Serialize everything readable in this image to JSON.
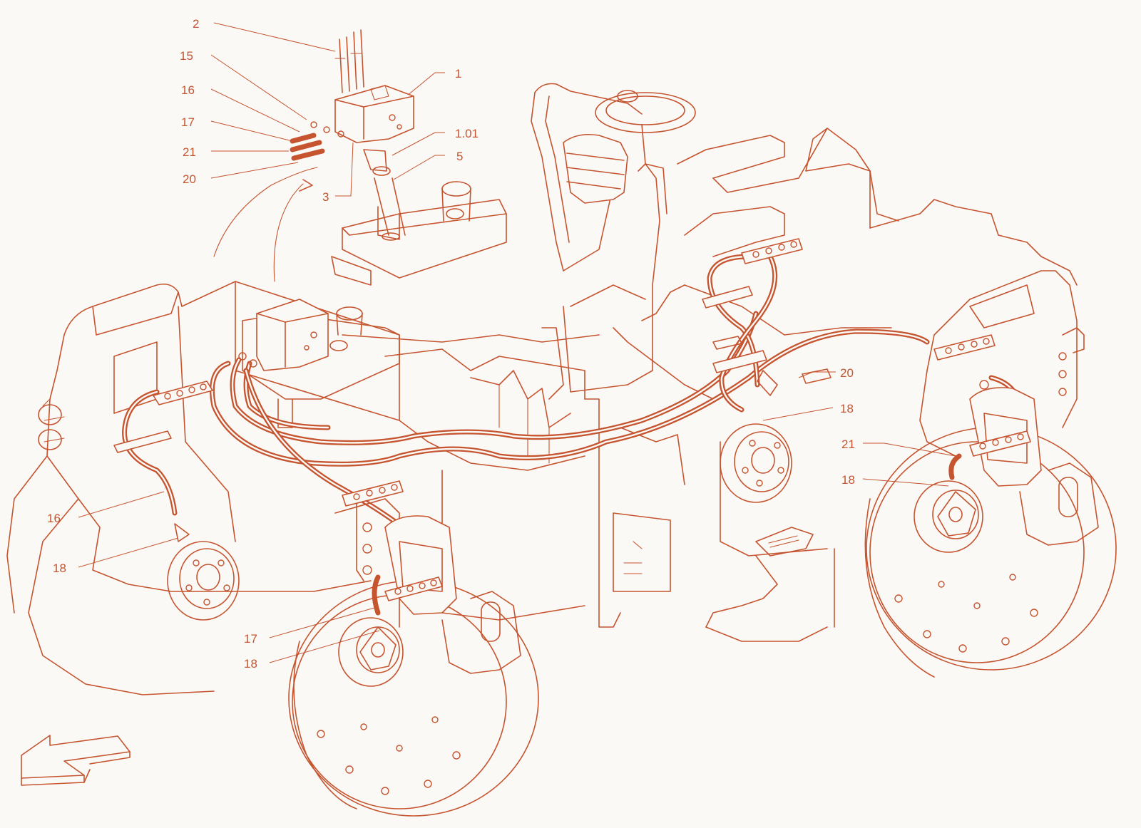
{
  "colors": {
    "line": "#c5542f",
    "background": "#fbf9f6"
  },
  "icons": {
    "direction_arrow": "forward-direction-arrow-icon"
  },
  "callouts": [
    {
      "id": "c-2",
      "label": "2"
    },
    {
      "id": "c-15",
      "label": "15"
    },
    {
      "id": "c-16-top",
      "label": "16"
    },
    {
      "id": "c-17-top",
      "label": "17"
    },
    {
      "id": "c-21-top",
      "label": "21"
    },
    {
      "id": "c-20-top",
      "label": "20"
    },
    {
      "id": "c-1",
      "label": "1"
    },
    {
      "id": "c-1-01",
      "label": "1.01"
    },
    {
      "id": "c-5",
      "label": "5"
    },
    {
      "id": "c-3",
      "label": "3"
    },
    {
      "id": "c-20-right",
      "label": "20"
    },
    {
      "id": "c-18-right",
      "label": "18"
    },
    {
      "id": "c-21-right",
      "label": "21"
    },
    {
      "id": "c-18-right-lower",
      "label": "18"
    },
    {
      "id": "c-16-left",
      "label": "16"
    },
    {
      "id": "c-18-left",
      "label": "18"
    },
    {
      "id": "c-17-bottom",
      "label": "17"
    },
    {
      "id": "c-18-bottom",
      "label": "18"
    }
  ]
}
